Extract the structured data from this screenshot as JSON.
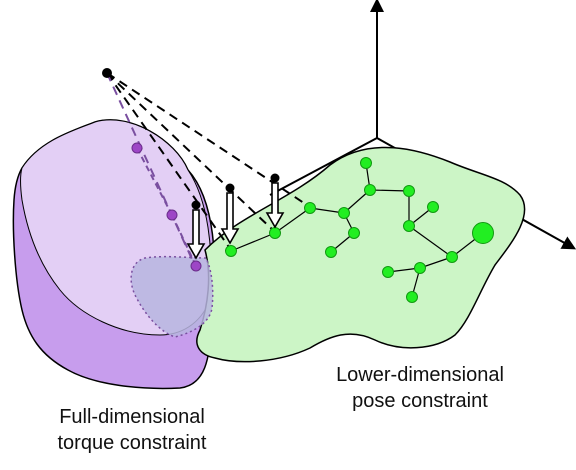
{
  "captions": {
    "pose_line1": "Lower-dimensional",
    "pose_line2": "pose constraint",
    "torque_line1": "Full-dimensional",
    "torque_line2": "torque constraint"
  },
  "colors": {
    "pose_region_fill": "#ccf5c6",
    "torque_region_fill": "#c79ded",
    "torque_region_top_fill": "#e3cff5",
    "overlap_fill": "#b7b5df",
    "node_green": "#22ee22",
    "node_purple": "#9d46c6",
    "edge": "#000000"
  },
  "icons": {
    "viewpoint": "viewpoint-dot-icon",
    "projection_arrow": "down-arrow-icon"
  }
}
